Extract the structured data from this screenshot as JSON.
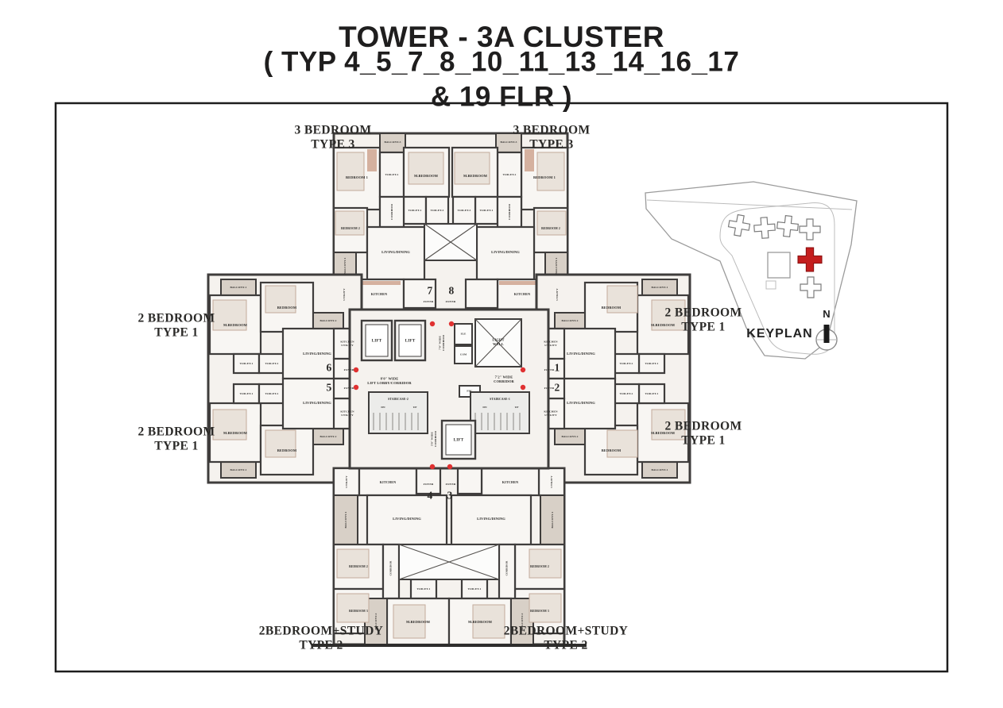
{
  "title": {
    "line1": "TOWER - 3A CLUSTER",
    "line2": "( TYP 4_5_7_8_10_11_13_14_16_17 & 19 FLR )"
  },
  "unit_types": {
    "three_bed": "3 BEDROOM\nTYPE 3",
    "two_bed": "2 BEDROOM\nTYPE 1",
    "two_bed_study": "2BEDROOM+STUDY\nTYPE 2"
  },
  "rooms": {
    "bedroom1": "BEDROOM 1",
    "bedroom2": "BEDROOM 2",
    "bedroom3": "BEDROOM 3",
    "mbedroom": "M.BEDROOM",
    "bedroom": "BEDROOM",
    "toilet1": "TOILET-1",
    "toilet2": "TOILET-2",
    "toilet3": "TOILET-3",
    "balcony1": "BALCONY-1",
    "balcony2": "BALCONY-2",
    "balcony3": "BALCONY-3",
    "corridor": "CORRIDOR",
    "living": "LIVING/DINING",
    "kitchen": "KITCHEN",
    "utility": "UTILITY",
    "kitchen_utility": "KITCHEN\nUTILITY",
    "foyer": "FOYER"
  },
  "core": {
    "lift": "LIFT",
    "light_well": "LIGHT\nWELL",
    "ele": "ELE",
    "com": "COM",
    "fhc": "FHC",
    "staircase1": "STAIRCASE-1",
    "staircase2": "STAIRCASE-2",
    "dn": "DN",
    "up": "UP",
    "lift_lobby": "8'0\" WIDE\nLIFT LOBBY/CORRIDOR",
    "corridor_70": "7'0\" WIDE\nCORRIDOR",
    "corridor_72": "7'2\" WIDE\nCORRIDOR",
    "corridor_50": "5'0\" WIDE\nCORRIDOR"
  },
  "units": {
    "n1": "1",
    "n2": "2",
    "n3": "3",
    "n4": "4",
    "n5": "5",
    "n6": "6",
    "n7": "7",
    "n8": "8"
  },
  "keyplan": {
    "label": "KEYPLAN",
    "north": "N"
  },
  "colors": {
    "wall": "#3f3d3c",
    "entry_dot": "#e03131",
    "highlight_tower": "#c41e1e"
  }
}
